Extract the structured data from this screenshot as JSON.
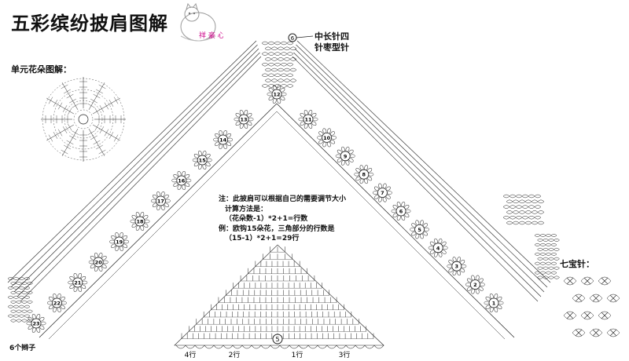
{
  "title": "五彩缤纷披肩图解",
  "logo_text": "祥 豪 心",
  "labels": {
    "single_flower": "单元花朵图解：",
    "stitch_top_line1": "中长针四",
    "stitch_top_line2": "针枣型针",
    "stitch_top_symbol": "6",
    "seven_treasure": "七宝针：",
    "chain_note": "6个辫子"
  },
  "note_lines": [
    "注：此披肩可以根据自己的需要调节大小",
    "计算方法是：",
    "（花朵数-1）*2+1=行数",
    "例：欧钩15朵花，三角部分的行数是",
    "（15-1）*2+1=29行"
  ],
  "right_motifs": [
    "1",
    "2",
    "3",
    "4",
    "5",
    "6",
    "7",
    "8",
    "9",
    "10",
    "11",
    "12"
  ],
  "left_motifs": [
    "13",
    "14",
    "15",
    "16",
    "17",
    "18",
    "19",
    "20",
    "21",
    "22",
    "23"
  ],
  "bottom_center_marker": "5",
  "row_labels": [
    "4行",
    "2行",
    "1行",
    "3行"
  ],
  "colors": {
    "line": "#222222",
    "bg": "#ffffff"
  }
}
